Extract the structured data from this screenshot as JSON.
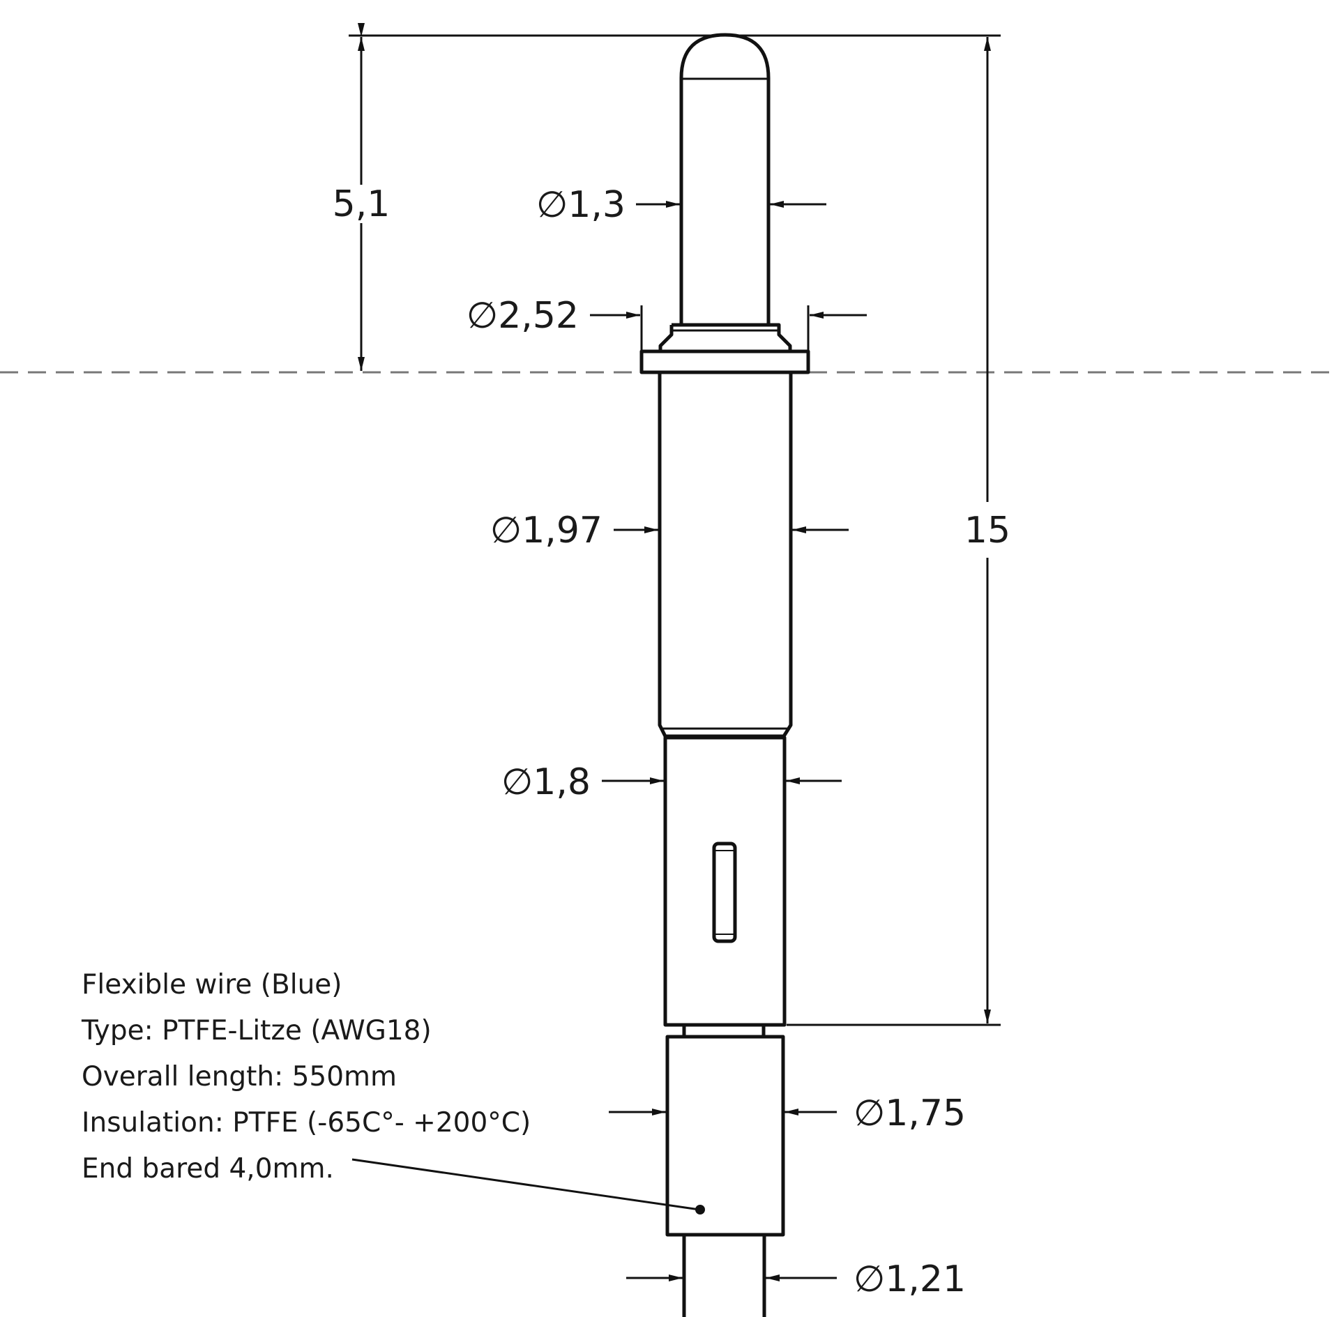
{
  "drawing": {
    "dimensions": {
      "tip_length": "5,1",
      "overall_length": "15",
      "dia_tip": "∅1,3",
      "dia_collar": "∅2,52",
      "dia_barrel": "∅1,97",
      "dia_lower": "∅1,8",
      "dia_sleeve": "∅1,75",
      "dia_wire": "∅1,21"
    },
    "note": {
      "line1": "Flexible wire (Blue)",
      "line2": "Type: PTFE-Litze (AWG18)",
      "line3": "Overall length: 550mm",
      "line4": "Insulation: PTFE (-65C°- +200°C)",
      "line5": "End bared 4,0mm."
    }
  }
}
